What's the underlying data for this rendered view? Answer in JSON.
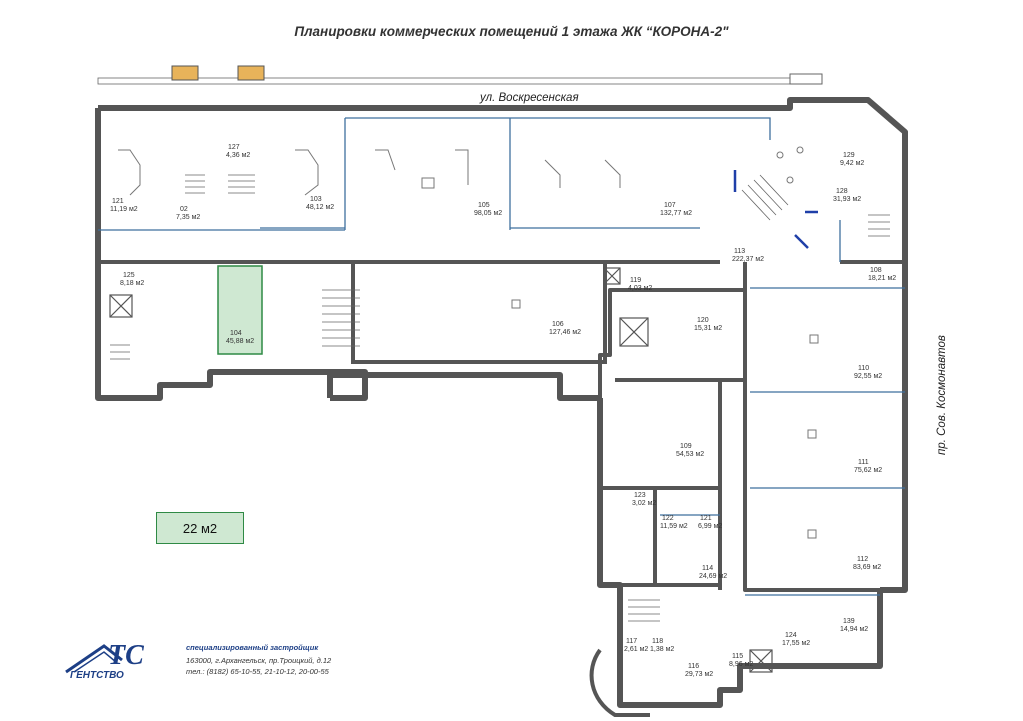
{
  "title": "Планировки коммерческих помещений 1 этажа  ЖК “КОРОНА-2\"",
  "streets": {
    "top": "ул. Воскресенская",
    "right": "пр. Сов. Космонавтов"
  },
  "legend": {
    "label": "22 м2"
  },
  "rooms": [
    {
      "num": "127",
      "area": "4,36 м2"
    },
    {
      "num": "121",
      "area": "11,19 м2"
    },
    {
      "num": "02",
      "area": "7,35 м2"
    },
    {
      "num": "103",
      "area": "48,12 м2"
    },
    {
      "num": "105",
      "area": "98,05 м2"
    },
    {
      "num": "107",
      "area": "132,77 м2"
    },
    {
      "num": "129",
      "area": "9,42 м2"
    },
    {
      "num": "128",
      "area": "31,93 м2"
    },
    {
      "num": "113",
      "area": "222,37 м2"
    },
    {
      "num": "108",
      "area": "18,21 м2"
    },
    {
      "num": "125",
      "area": "8,18 м2"
    },
    {
      "num": "104",
      "area": "45,88 м2",
      "highlight": true
    },
    {
      "num": "106",
      "area": "127,46 м2"
    },
    {
      "num": "119",
      "area": "4,03 м2"
    },
    {
      "num": "120",
      "area": "15,31 м2"
    },
    {
      "num": "110",
      "area": "92,55 м2"
    },
    {
      "num": "109",
      "area": "54,53 м2"
    },
    {
      "num": "111",
      "area": "75,62 м2"
    },
    {
      "num": "123",
      "area": "3,02 м2"
    },
    {
      "num": "122",
      "area": "11,59 м2"
    },
    {
      "num": "121",
      "area": "6,99 м2"
    },
    {
      "num": "114",
      "area": "24,69 м2"
    },
    {
      "num": "112",
      "area": "83,69 м2"
    },
    {
      "num": "139",
      "area": "14,94 м2"
    },
    {
      "num": "124",
      "area": "17,55 м2"
    },
    {
      "num": "115",
      "area": "8,96 м2"
    },
    {
      "num": "116",
      "area": "29,73 м2"
    },
    {
      "num": "117",
      "area": "2,61 м2"
    },
    {
      "num": "118",
      "area": "1,38 м2"
    }
  ],
  "logo": {
    "word": "ГЕНТСТВО",
    "mark": "ТС",
    "developer": "специализированный застройщик",
    "address": "163000, г.Архангельск, пр.Троицкий, д.12",
    "phone": "тел.: (8182) 65-10-55, 21-10-12, 20-00-55"
  },
  "colors": {
    "wall": "#d9d9d9",
    "wall_stroke": "#555555",
    "partition": "#3e6f9e",
    "highlight_fill": "#cfe8d2",
    "highlight_stroke": "#2f8a45",
    "stairs": "#1f3fa8",
    "balcony": "#e8b35a"
  }
}
